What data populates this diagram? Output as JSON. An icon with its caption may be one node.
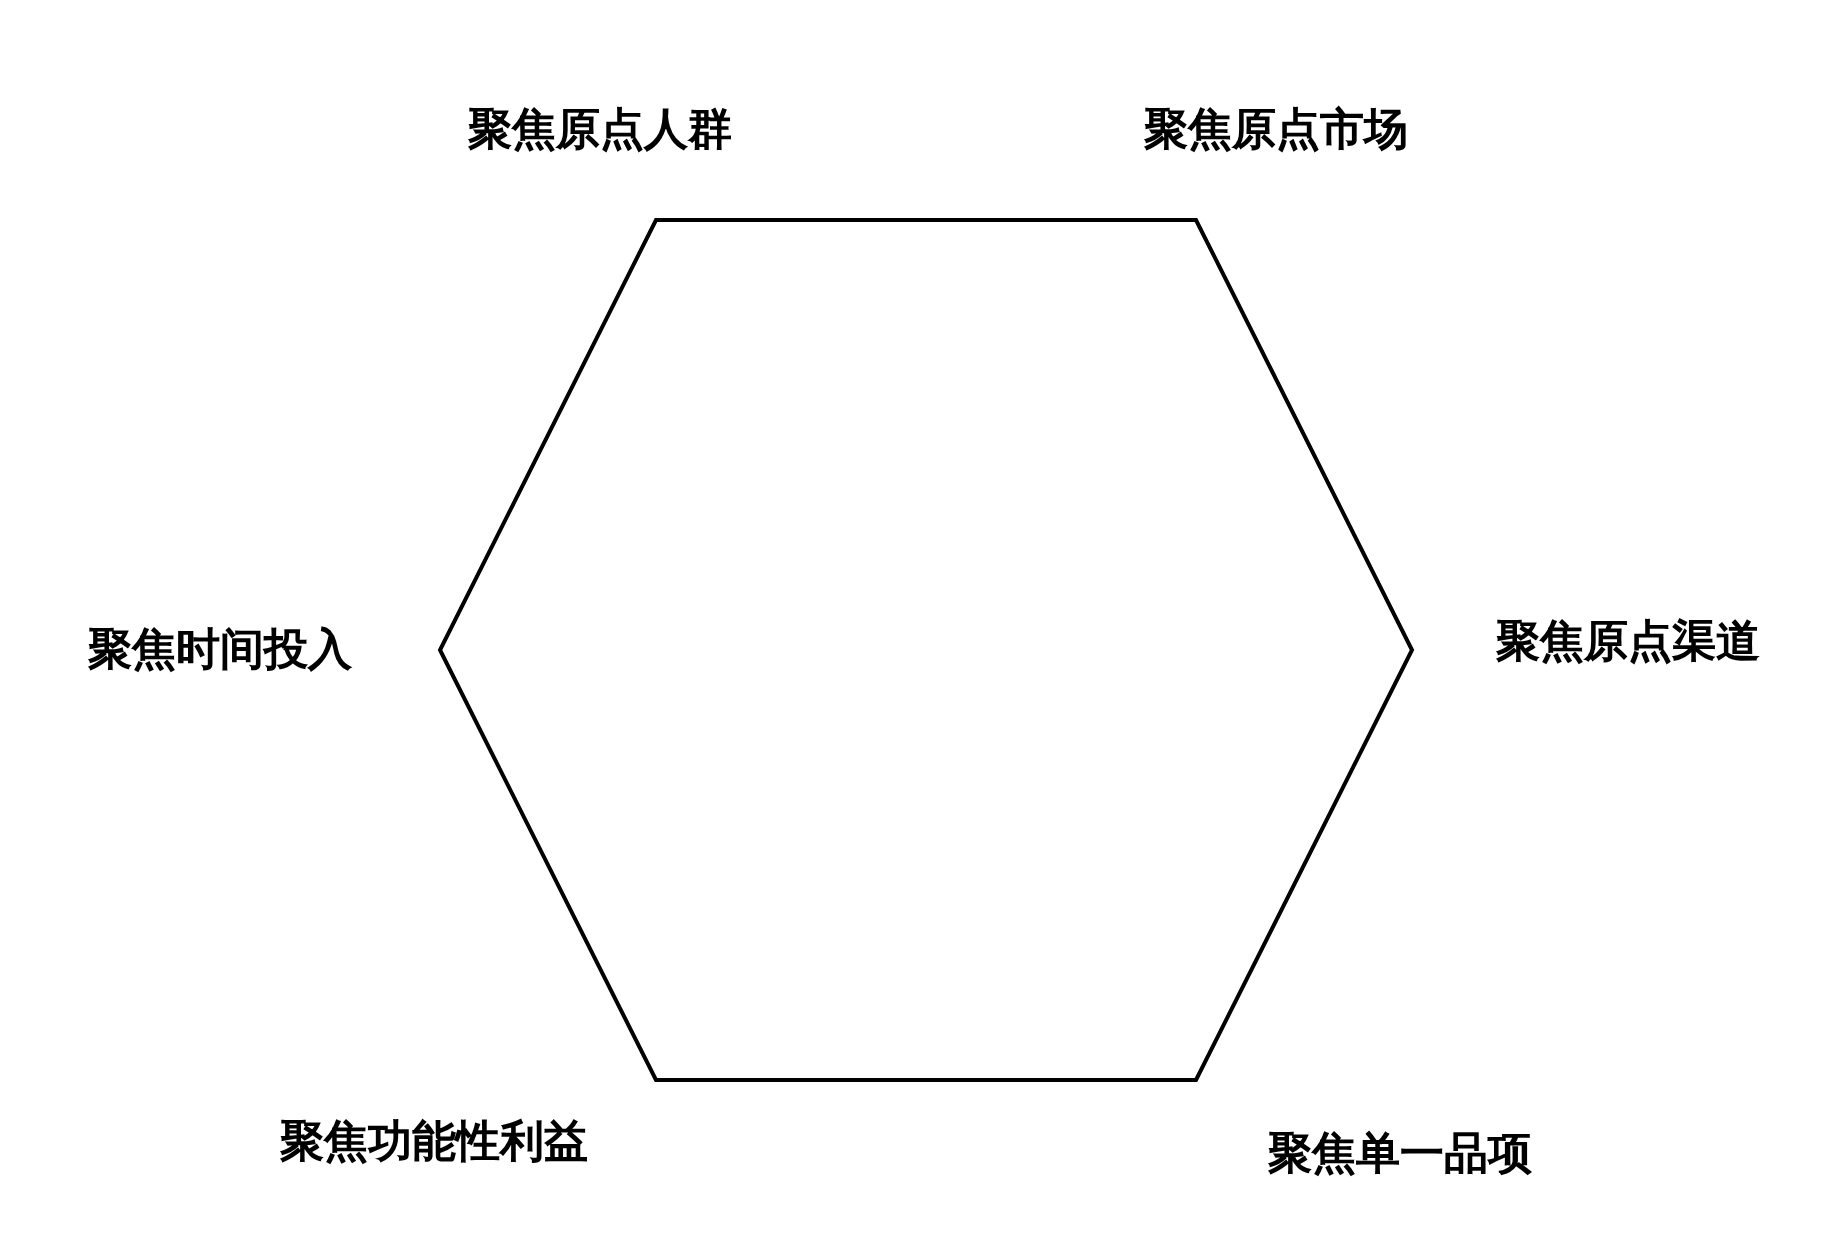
{
  "diagram": {
    "labels": [
      "聚焦原点人群",
      "聚焦原点市场",
      "聚焦时间投入",
      "聚焦原点渠道",
      "聚焦功能性利益",
      "聚焦单一品项"
    ]
  }
}
